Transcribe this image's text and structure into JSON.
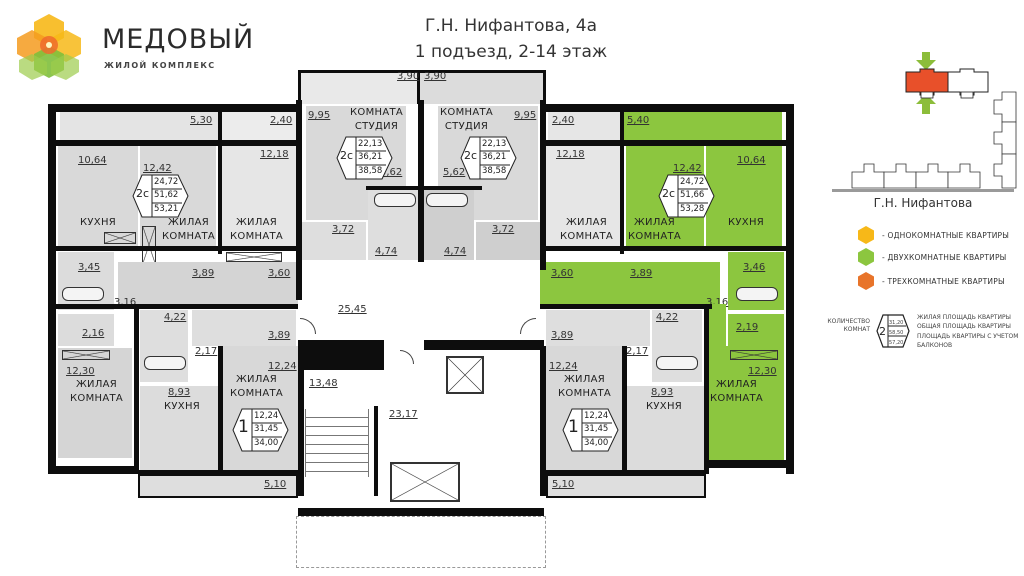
{
  "brand": {
    "name": "МЕДОВЫЙ",
    "subtitle": "ЖИЛОЙ КОМПЛЕКС",
    "logo_icon": "honeycomb-flower-icon"
  },
  "header": {
    "address": "Г.Н. Нифантова, 4а",
    "entrance_floors": "1 подъезд, 2-14 этаж"
  },
  "colors": {
    "one_room": "#f7b818",
    "two_room": "#8cc63f",
    "three_room": "#e8742a",
    "highlight_section": "#e8502a",
    "arrow": "#8cbd3a",
    "wall": "#0d0d0d",
    "room_fill": "#d9d9d9"
  },
  "site_plan": {
    "street_label": "Г.Н. Нифантова"
  },
  "legend": {
    "items": [
      {
        "label": "- ОДНОКОМНАТНЫЕ КВАРТИРЫ",
        "color": "#f7b818"
      },
      {
        "label": "- ДВУХКОМНАТНЫЕ КВАРТИРЫ",
        "color": "#8cc63f"
      },
      {
        "label": "- ТРЕХКОМНАТНЫЕ КВАРТИРЫ",
        "color": "#e8742a"
      }
    ],
    "key": {
      "count_label_line1": "КОЛИЧЕСТВО",
      "count_label_line2": "КОМНАТ",
      "sample_rooms": "2",
      "sample_values": [
        "31,20",
        "58,50",
        "57,20"
      ],
      "line1": "ЖИЛАЯ ПЛОЩАДЬ КВАРТИРЫ",
      "line2": "ОБЩАЯ ПЛОЩАДЬ КВАРТИРЫ",
      "line3": "ПЛОЩАДЬ КВАРТИРЫ С УЧЕТОМ БАЛКОНОВ"
    }
  },
  "plan": {
    "labels": {
      "kitchen": "КУХНЯ",
      "living_l1": "ЖИЛАЯ",
      "living_l2": "КОМНАТА",
      "studio_l1": "КОМНАТА",
      "studio_l2": "СТУДИЯ"
    },
    "apartments": [
      {
        "id": "top-left-2c",
        "rooms": "2с",
        "living": "24,72",
        "total": "51,62",
        "with_balcony": "53,21"
      },
      {
        "id": "studio-left",
        "rooms": "2с",
        "living": "22,13",
        "total": "36,21",
        "with_balcony": "38,58"
      },
      {
        "id": "studio-right",
        "rooms": "2с",
        "living": "22,13",
        "total": "36,21",
        "with_balcony": "38,58"
      },
      {
        "id": "top-right-2c",
        "rooms": "2с",
        "living": "24,72",
        "total": "51,66",
        "with_balcony": "53,28"
      },
      {
        "id": "bottom-left-1",
        "rooms": "1",
        "living": "12,24",
        "total": "31,45",
        "with_balcony": "34,00"
      },
      {
        "id": "bottom-right-1",
        "rooms": "1",
        "living": "12,24",
        "total": "31,45",
        "with_balcony": "34,00"
      }
    ],
    "areas": {
      "balc_tl": "5,30",
      "balc_tl2": "2,40",
      "balc_studio_l": "3,90",
      "balc_studio_r": "3,90",
      "balc_tr2": "2,40",
      "balc_tr": "5,40",
      "kitchen_tl": "10,64",
      "living_tl": "12,42",
      "bed_tl": "12,18",
      "studio_l": "9,95",
      "studio_r": "9,95",
      "kitch_studio_l": "5,62",
      "kitch_studio_r": "5,62",
      "hall_studio_l": "3,72",
      "hall_studio_r": "3,72",
      "bath_studio_l": "4,74",
      "bath_studio_r": "4,74",
      "bed_tr": "12,18",
      "living_tr": "12,42",
      "kitchen_tr": "10,64",
      "bath_tl": "3,45",
      "hall_tl": "3,89",
      "hall2_tl": "3,60",
      "corr_tl": "3,16",
      "wc_tl": "2,16",
      "bath_tr": "3,46",
      "hall_tr": "3,89",
      "hall2_tr": "3,60",
      "corr_tr": "3,16",
      "wc_tr": "2,19",
      "lobby": "25,45",
      "bath_bl": "4,22",
      "hall_bl": "3,89",
      "wc_bl": "2,17",
      "bed_bl": "12,30",
      "kitchen_bl": "8,93",
      "living_bl": "12,24",
      "bath_br": "4,22",
      "hall_br": "3,89",
      "wc_br": "2,17",
      "bed_br": "12,30",
      "kitchen_br": "8,93",
      "living_br": "12,24",
      "stairs": "13,48",
      "elevator_hall": "23,17",
      "balc_bl": "5,10",
      "balc_br": "5,10"
    }
  }
}
